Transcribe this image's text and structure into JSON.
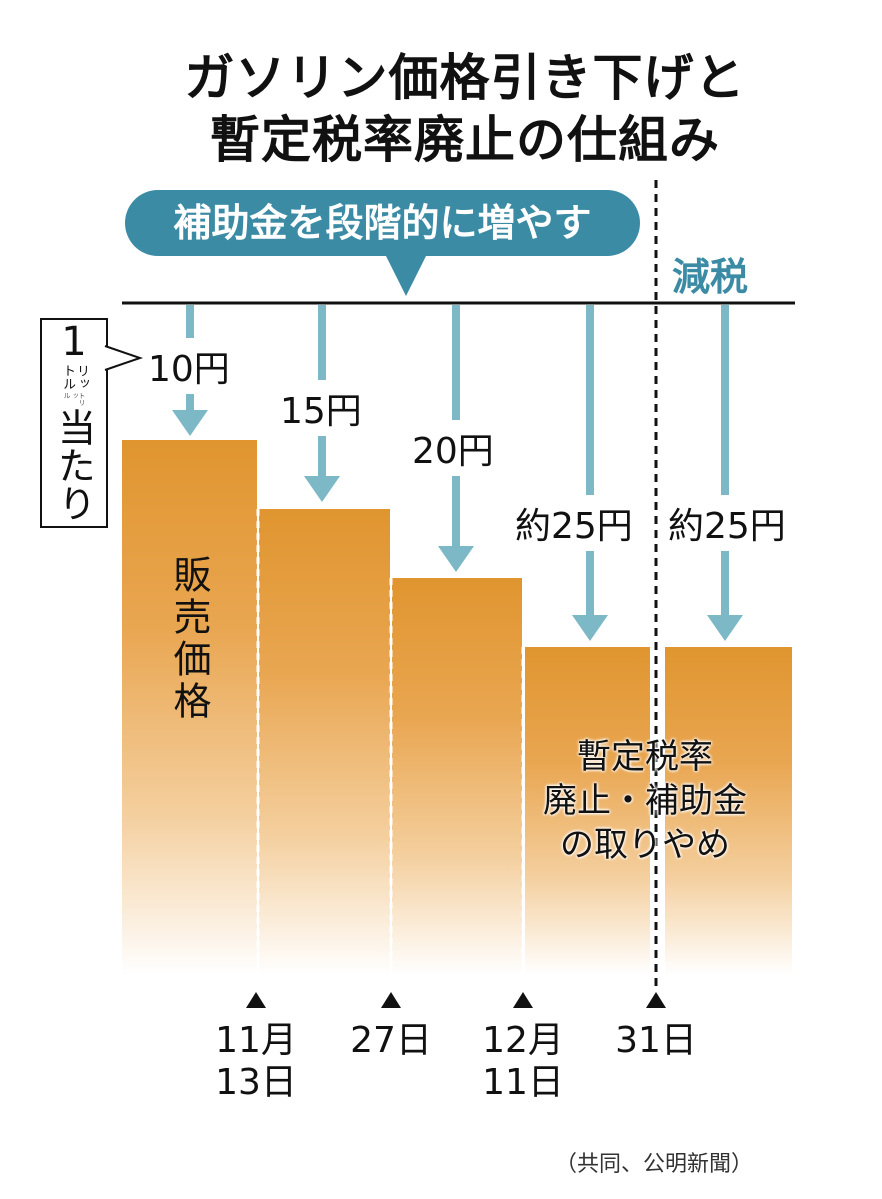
{
  "title": {
    "line1": "ガソリン価格引き下げと",
    "line2": "暫定税率廃止の仕組み"
  },
  "banner": "補助金を段階的に増やす",
  "tax_cut_label": "減税",
  "unit_callout": {
    "number": "1",
    "unit_ruby": "リットル",
    "unit_ruby_col1": "トリッ",
    "unit_ruby_col2": "ル",
    "suffix": "当たり"
  },
  "amounts": [
    "10円",
    "15円",
    "20円",
    "約25円",
    "約25円"
  ],
  "bar_label": "販売価格",
  "end_note": [
    "暫定税率",
    "廃止・補助金",
    "の取りやめ"
  ],
  "dates": [
    {
      "l1": "11月",
      "l2": "13日"
    },
    {
      "l1": "27日",
      "l2": ""
    },
    {
      "l1": "12月",
      "l2": "11日"
    },
    {
      "l1": "31日",
      "l2": ""
    }
  ],
  "source": "（共同、公明新聞）",
  "colors": {
    "teal": "#3b8ba5",
    "arrow": "#7cb8c6",
    "orange": "#e0952f"
  }
}
